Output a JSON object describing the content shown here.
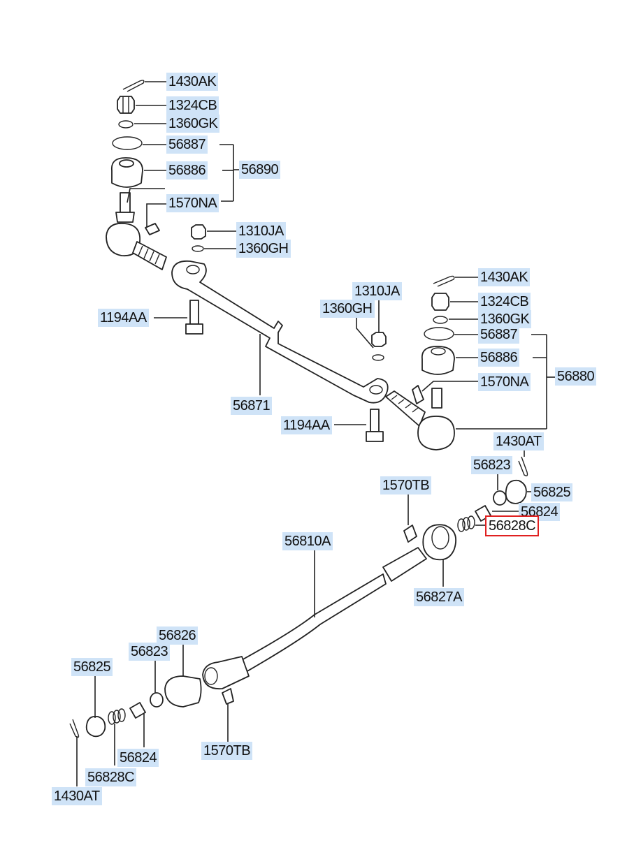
{
  "highlight_color": "#cfe3f7",
  "selection_color": "#e02020",
  "labels": {
    "l01": "1430AK",
    "l02": "1324CB",
    "l03": "1360GK",
    "l04": "56887",
    "l05": "56886",
    "l06": "56890",
    "l07": "1570NA",
    "l08": "1310JA",
    "l09": "1360GH",
    "l10": "1194AA",
    "l11": "1310JA",
    "l12": "1360GH",
    "l13": "1430AK",
    "l14": "1324CB",
    "l15": "1360GK",
    "l16": "56887",
    "l17": "56886",
    "l18": "56880",
    "l19": "1570NA",
    "l20": "56871",
    "l21": "1194AA",
    "l22": "1430AT",
    "l23": "56823",
    "l24": "56825",
    "l25": "1570TB",
    "l26": "56824",
    "l27": "56828C",
    "l28": "56810A",
    "l29": "56827A",
    "l30": "56826",
    "l31": "56823",
    "l32": "56825",
    "l33": "56824",
    "l34": "1570TB",
    "l35": "56828C",
    "l36": "1430AT"
  }
}
